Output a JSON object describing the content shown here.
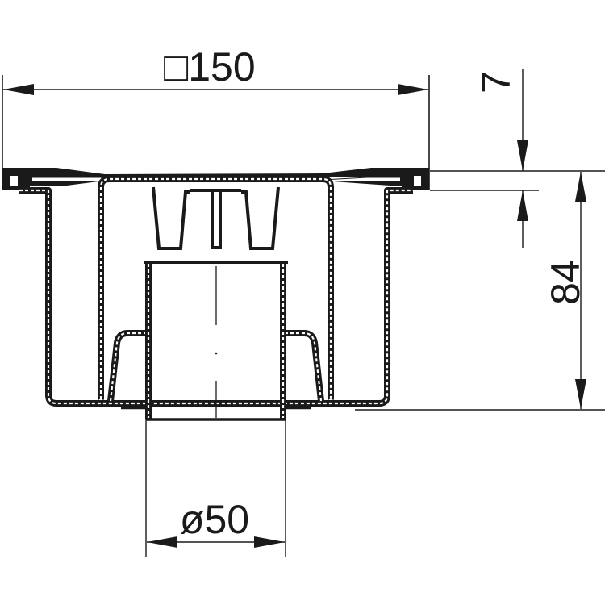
{
  "drawing": {
    "title": "Floor drain technical drawing (cross-section)",
    "line_color": "#1a1a1a",
    "hatch_color": "#ffffff",
    "background": "#ffffff"
  },
  "dimensions": {
    "grate_width": {
      "symbol": "□",
      "value": "150",
      "label": "□150",
      "orientation": "horizontal"
    },
    "grate_thickness": {
      "value": "7",
      "label": "7",
      "orientation": "vertical"
    },
    "overall_height": {
      "value": "84",
      "label": "84",
      "orientation": "vertical"
    },
    "outlet_diameter": {
      "symbol": "ø",
      "value": "50",
      "label": "ø50",
      "orientation": "horizontal"
    }
  },
  "components": [
    {
      "name": "grate",
      "description": "Top square grate / flange"
    },
    {
      "name": "outer-body",
      "description": "Outer drain body"
    },
    {
      "name": "inner-cup",
      "description": "Inner trap cup"
    },
    {
      "name": "trap-fins",
      "description": "Grate underside fins"
    },
    {
      "name": "outlet-pipe",
      "description": "Vertical outlet pipe with centerline"
    }
  ]
}
